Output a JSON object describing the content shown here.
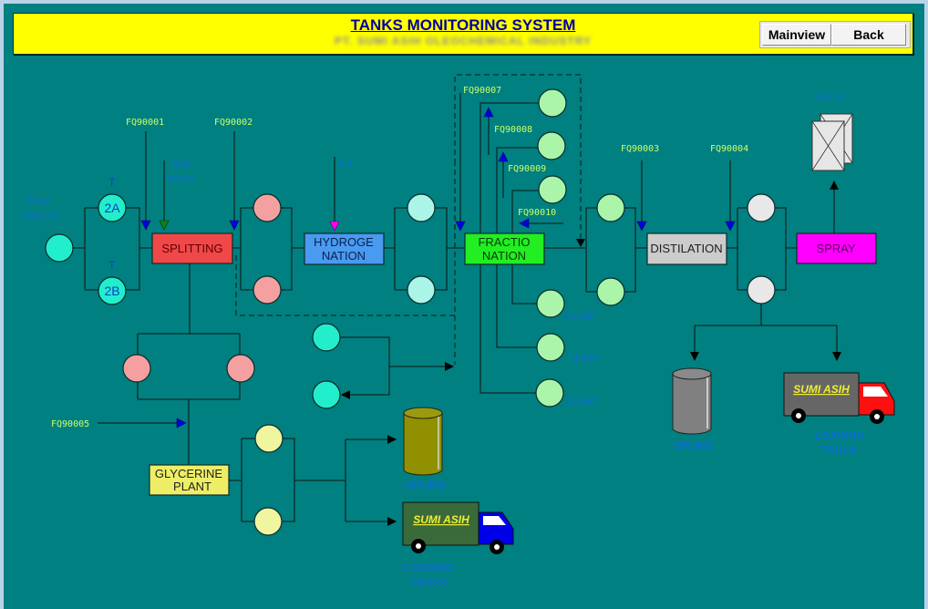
{
  "header": {
    "title": "TANKS MONITORING SYSTEM",
    "subtitle": "PT. SUMI ASIH OLEOCHEMICAL INDUSTRY",
    "buttons": {
      "mainview": "Mainview",
      "back": "Back"
    }
  },
  "colors": {
    "background": "#008080",
    "header": "#ffff00",
    "splitting": "#f04848",
    "hydrogenation": "#4a9af0",
    "fractionation": "#22ee22",
    "distilation": "#cccccc",
    "spray": "#ff00ff",
    "glycerine": "#eeee66"
  },
  "process_units": {
    "splitting": "SPLITTING",
    "hydrogenation_1": "HYDROGE",
    "hydrogenation_2": "NATION",
    "fractionation_1": "FRACTIO",
    "fractionation_2": "NATION",
    "distilation": "DISTILATION",
    "spray": "SPRAY",
    "glycerine_1": "GLYCERINE",
    "glycerine_2": "PLANT"
  },
  "flow_meters": {
    "fq1": "FQ90001",
    "fq2": "FQ90002",
    "fq3": "FQ90003",
    "fq4": "FQ90004",
    "fq5": "FQ90005",
    "fq7": "FQ90007",
    "fq8": "FQ90008",
    "fq9": "FQ90009",
    "fq10": "FQ90010"
  },
  "labels": {
    "raw_material_1": "Raw",
    "raw_material_2": "Material",
    "soft_water_1": "Soft",
    "soft_water_2": "Water",
    "h2": "H2",
    "t": "T",
    "tank_2a": "2A",
    "tank_2b": "2B",
    "sump": "SUMP",
    "bags": "BAGS",
    "drums": "DRUMS",
    "loading_1": "LOADING",
    "loading_2": "TRUCK",
    "truck_brand": "SUMI ASIH"
  }
}
